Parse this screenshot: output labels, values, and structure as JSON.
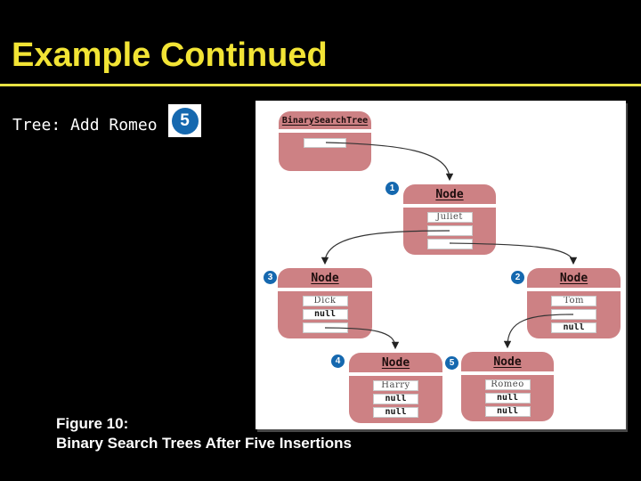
{
  "slide": {
    "title": "Example Continued",
    "code_line": "Tree: Add Romeo",
    "step_badge": "5",
    "caption": {
      "line1": "Figure 10:",
      "line2": "Binary Search Trees After Five Insertions"
    }
  },
  "colors": {
    "background": "#000000",
    "title_yellow": "#f2e435",
    "rule_yellow": "#e8e243",
    "node_pink": "#cd8184",
    "badge_blue": "#1568af",
    "panel_white": "#ffffff",
    "arrow": "#333333"
  },
  "diagram": {
    "root_box": {
      "label": "BinarySearchTree",
      "root_field": ""
    },
    "nodes": [
      {
        "id": "node-1",
        "badge": "1",
        "label": "Node",
        "fields": [
          "Juliet",
          "",
          ""
        ]
      },
      {
        "id": "node-3",
        "badge": "3",
        "label": "Node",
        "fields": [
          "Dick",
          "null",
          ""
        ]
      },
      {
        "id": "node-2",
        "badge": "2",
        "label": "Node",
        "fields": [
          "Tom",
          "",
          "null"
        ]
      },
      {
        "id": "node-4",
        "badge": "4",
        "label": "Node",
        "fields": [
          "Harry",
          "null",
          "null"
        ]
      },
      {
        "id": "node-5",
        "badge": "5",
        "label": "Node",
        "fields": [
          "Romeo",
          "null",
          "null"
        ]
      }
    ],
    "edges": [
      {
        "from": "binary-search-tree.root",
        "to": "node-1"
      },
      {
        "from": "node-1.left",
        "to": "node-3"
      },
      {
        "from": "node-1.right",
        "to": "node-2"
      },
      {
        "from": "node-3.right",
        "to": "node-4"
      },
      {
        "from": "node-2.left",
        "to": "node-5"
      }
    ]
  }
}
